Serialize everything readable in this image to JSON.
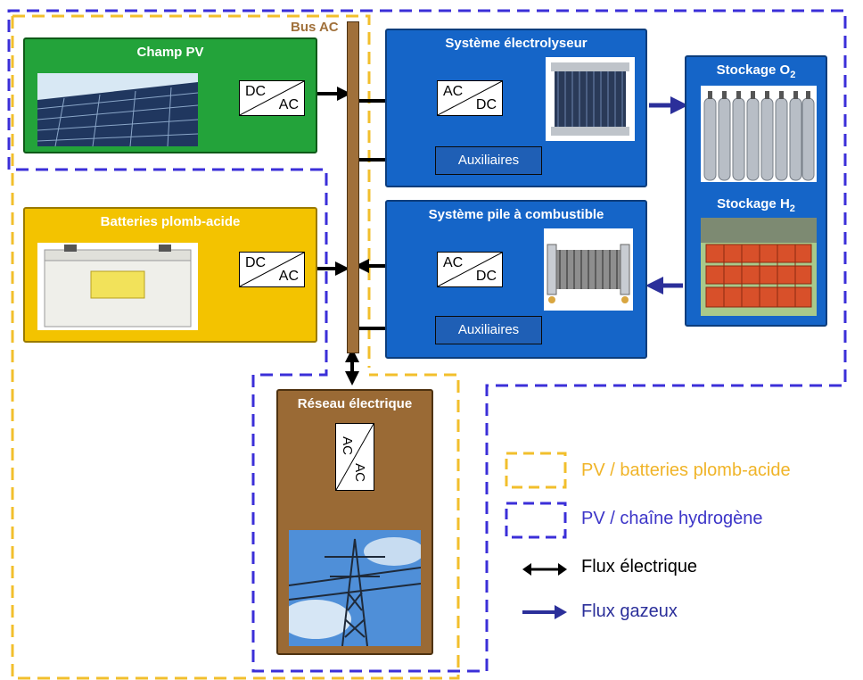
{
  "bus_label": "Bus AC",
  "pv": {
    "title": "Champ PV",
    "conv_in": "DC",
    "conv_out": "AC"
  },
  "batt": {
    "title": "Batteries plomb-acide",
    "conv_in": "DC",
    "conv_out": "AC"
  },
  "elec": {
    "title": "Système électrolyseur",
    "conv_in": "AC",
    "conv_out": "DC",
    "aux": "Auxiliaires"
  },
  "fc": {
    "title": "Système pile à combustible",
    "conv_in": "AC",
    "conv_out": "DC",
    "aux": "Auxiliaires"
  },
  "storage": {
    "o2_text": "Stockage O",
    "o2_sub": "2",
    "h2_text": "Stockage H",
    "h2_sub": "2"
  },
  "grid": {
    "title": "Réseau électrique",
    "conv_in": "AC",
    "conv_out": "AC"
  },
  "legend": {
    "pv_batt": "PV / batteries plomb-acide",
    "pv_h2": "PV / chaîne hydrogène",
    "elec_flow": "Flux électrique",
    "gas_flow": "Flux gazeux"
  },
  "colors": {
    "pv_green": "#23a33a",
    "batt_yellow": "#f3c300",
    "system_blue": "#1565c8",
    "grid_brown": "#9a6a35",
    "bus_brown": "#a0703a",
    "orange_dash": "#f2bf2c",
    "blue_dash": "#3b2fd8",
    "legend_orange": "#f0b428",
    "legend_blue": "#3c35c8"
  }
}
